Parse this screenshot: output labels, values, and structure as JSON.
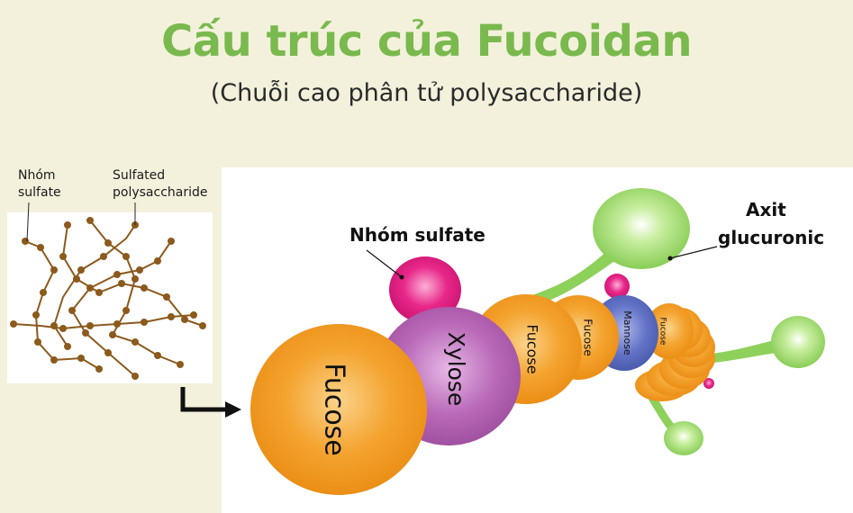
{
  "title": "Cấu trúc của Fucoidan",
  "subtitle": "(Chuỗi cao phân tử polysaccharide)",
  "inset": {
    "label_sulfate_line1": "Nhóm",
    "label_sulfate_line2": "sulfate",
    "label_poly_line1": "Sulfated",
    "label_poly_line2": "polysaccharide"
  },
  "labels": {
    "sulfate_group": "Nhóm sulfate",
    "glucuronic_line1": "Axit",
    "glucuronic_line2": "glucuronic"
  },
  "sugars": {
    "fucose_large": "Fucose",
    "xylose": "Xylose",
    "fucose_2": "Fucose",
    "fucose_3": "Fucose",
    "mannose": "Mannose",
    "fucose_4": "Fucose"
  },
  "colors": {
    "title_green": "#79b94e",
    "fucose_orange": "#f29a1e",
    "xylose_purple": "#b565b4",
    "mannose_blue": "#5b6cc0",
    "sulfate_magenta": "#e0197f",
    "glucuronic_green": "#8ed15a",
    "chain_brown": "#8b5a1c"
  }
}
